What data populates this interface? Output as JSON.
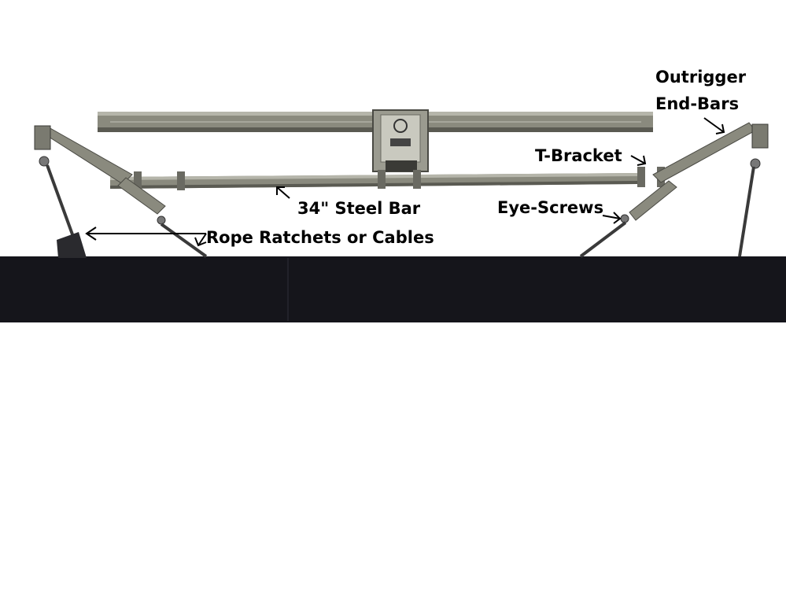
{
  "labels": {
    "outrigger_line1": "Outrigger",
    "outrigger_line2": "End-Bars",
    "t_bracket": "T-Bracket",
    "steel_bar": "34\" Steel Bar",
    "eye_screws": "Eye-Screws",
    "rope": "Rope Ratchets or Cables"
  },
  "colors": {
    "background": "#ffffff",
    "beam": "#15151b",
    "steel": "#8a8a7e",
    "steel_dark": "#5a5a52",
    "steel_light": "#b5b5aa",
    "cable": "#3a3a3a",
    "arrow": "#000000"
  }
}
